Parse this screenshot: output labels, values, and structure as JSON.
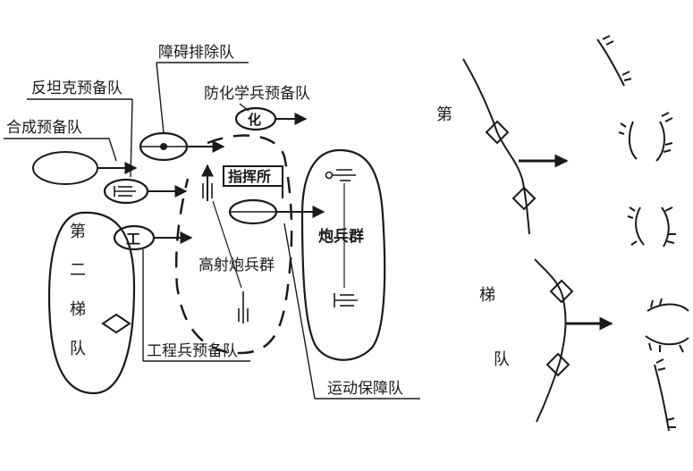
{
  "labels": {
    "obstacle_removal": "障碍排除队",
    "antitank_reserve": "反坦克预备队",
    "chem_reserve": "防化学兵预备队",
    "combined_reserve": "合成预备队",
    "command_post": "指挥所",
    "artillery_group": "炮兵群",
    "aa_artillery_group": "高射炮兵群",
    "engineer_reserve": "工程兵预备队",
    "movement_support": "运动保障队",
    "second_echelon": [
      "第",
      "二",
      "梯",
      "队"
    ],
    "chem_symbol": "化",
    "eng_symbol": "工",
    "first_echelon": [
      "第",
      "梯",
      "队"
    ]
  }
}
